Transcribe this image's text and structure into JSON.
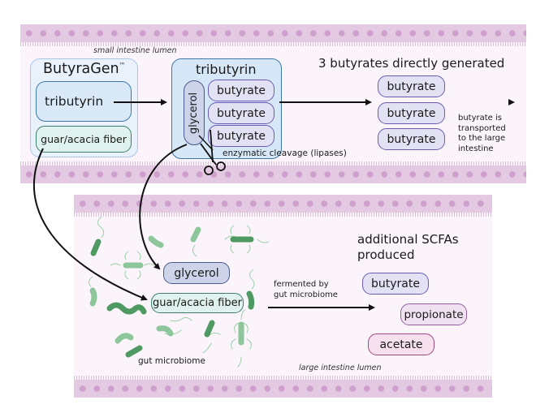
{
  "small_intestine": {
    "lumen_label": "small intestine lumen",
    "product": {
      "title": "ButyraGen",
      "trademark": "™",
      "component_tributyrin": "tributyrin",
      "component_fiber": "guar/acacia fiber"
    },
    "tributyrin_molecule": {
      "title": "tributyrin",
      "backbone": "glycerol",
      "chains": [
        "butyrate",
        "butyrate",
        "butyrate"
      ]
    },
    "cleavage_label": "enzymatic cleavage (lipases)",
    "direct_heading": "3 butyrates directly generated",
    "direct_products": [
      "butyrate",
      "butyrate",
      "butyrate"
    ],
    "transport_note": [
      "butyrate is",
      "transported",
      "to the large",
      "intestine"
    ]
  },
  "large_intestine": {
    "lumen_label": "large intestine lumen",
    "microbiome_label": "gut microbiome",
    "substrates": {
      "glycerol": "glycerol",
      "fiber": "guar/acacia fiber"
    },
    "fermentation_label": [
      "fermented by",
      "gut microbiome"
    ],
    "scfa_heading": [
      "additional SCFAs",
      "produced"
    ],
    "scfas": {
      "butyrate": "butyrate",
      "propionate": "propionate",
      "acetate": "acetate"
    }
  },
  "icons": {
    "scissors": "scissors-icon",
    "bacteria": "bacteria-icon"
  },
  "colors": {
    "membrane": "#e4c9e2",
    "membrane_dots": "#cf9fcd",
    "lumen": "#fbf4fb",
    "product_box": "#e9f2fb",
    "tributyrin_box": "#d6e8f8",
    "butyrate_fill": "#e3e2f5",
    "butyrate_border": "#6a5bb0",
    "fiber_fill": "#dff2ee",
    "glycerol_fill": "#cdd3e8",
    "propionate_fill": "#f1e2f2",
    "acetate_fill": "#f7e1ef",
    "bacteria_dark": "#4e9a62",
    "bacteria_light": "#9ccfa8"
  }
}
